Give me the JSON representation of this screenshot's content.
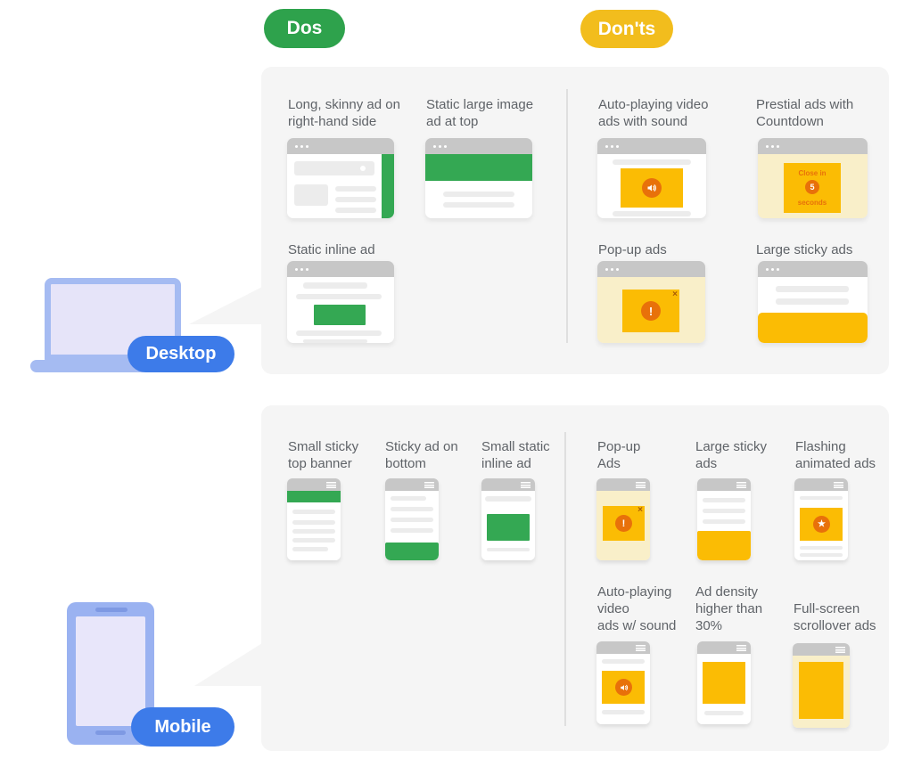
{
  "badges": {
    "dos": "Dos",
    "donts": "Don'ts"
  },
  "colors": {
    "green": "#2EA24C",
    "ad_green": "#34A853",
    "yellow": "#F2BD1D",
    "ad_yellow": "#FBBC04",
    "pale_yellow": "#F9EFC9",
    "orange": "#E8710A",
    "blue": "#3D7BE9",
    "panel_gray": "#F5F5F5",
    "titlebar_gray": "#C7C7C7",
    "device_blue": "#A5BBF2"
  },
  "icons": {
    "exclamation": "!",
    "star": "★",
    "close": "×"
  },
  "desktop": {
    "device_label": "Desktop",
    "dos": [
      {
        "label": "Long, skinny ad on\nright-hand side"
      },
      {
        "label": "Static large image\nad at top"
      },
      {
        "label": "Static inline ad"
      }
    ],
    "donts": [
      {
        "label": "Auto-playing video\nads with sound"
      },
      {
        "label": "Prestial ads with\nCountdown",
        "countdown": {
          "line1": "Close in",
          "number": "5",
          "line2": "seconds"
        }
      },
      {
        "label": "Pop-up ads"
      },
      {
        "label": "Large sticky ads"
      }
    ]
  },
  "mobile": {
    "device_label": "Mobile",
    "dos": [
      {
        "label": "Small sticky\ntop banner"
      },
      {
        "label": "Sticky ad on\nbottom"
      },
      {
        "label": "Small static\ninline ad"
      }
    ],
    "donts": [
      {
        "label": "Pop-up\nAds"
      },
      {
        "label": "Large sticky\nads"
      },
      {
        "label": "Flashing\nanimated ads"
      },
      {
        "label": "Auto-playing\nvideo\nads w/ sound"
      },
      {
        "label": "Ad density\nhigher than\n30%"
      },
      {
        "label": "Full-screen\nscrollover ads"
      }
    ]
  }
}
